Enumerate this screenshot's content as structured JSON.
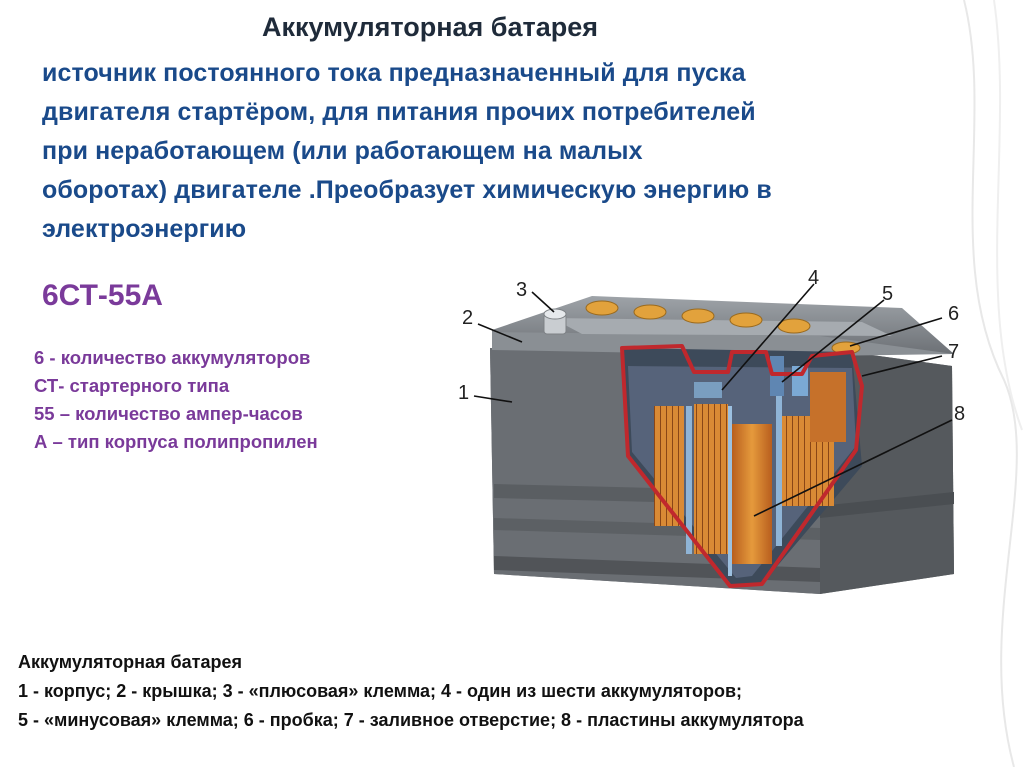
{
  "slide": {
    "title": "Аккумуляторная батарея",
    "description_lines": [
      "источник постоянного тока предназначенный для пуска",
      "двигателя стартёром, для питания прочих потребителей",
      "при неработающем (или работающем на малых",
      "оборотах) двигателе .Преобразует химическую энергию  в",
      "электроэнергию"
    ],
    "model_code": "6СТ-55А",
    "code_legend": [
      "6  - количество  аккумуляторов",
      "СТ- стартерного типа",
      "55 – количество  ампер-часов",
      "А – тип корпуса полипропилен"
    ],
    "figure": {
      "callout_numbers": [
        "1",
        "2",
        "3",
        "4",
        "5",
        "6",
        "7",
        "8"
      ]
    },
    "caption": {
      "title": "Аккумуляторная батарея",
      "line1": "1 - корпус; 2 - крышка; 3 - «плюсовая» клемма; 4 - один из шести аккумуляторов;",
      "line2": "5 - «минусовая» клемма; 6 - пробка; 7 - заливное отверстие; 8 - пластины аккумулятора"
    },
    "colors": {
      "title": "#1f2b3a",
      "description": "#1a4a8a",
      "model_code": "#7a3a9a",
      "legend": "#7a3a9a",
      "battery_body": "#6f7377",
      "cutaway_outline": "#c0282d",
      "plates": "#d9842e",
      "caps": "#e0a23a"
    }
  }
}
